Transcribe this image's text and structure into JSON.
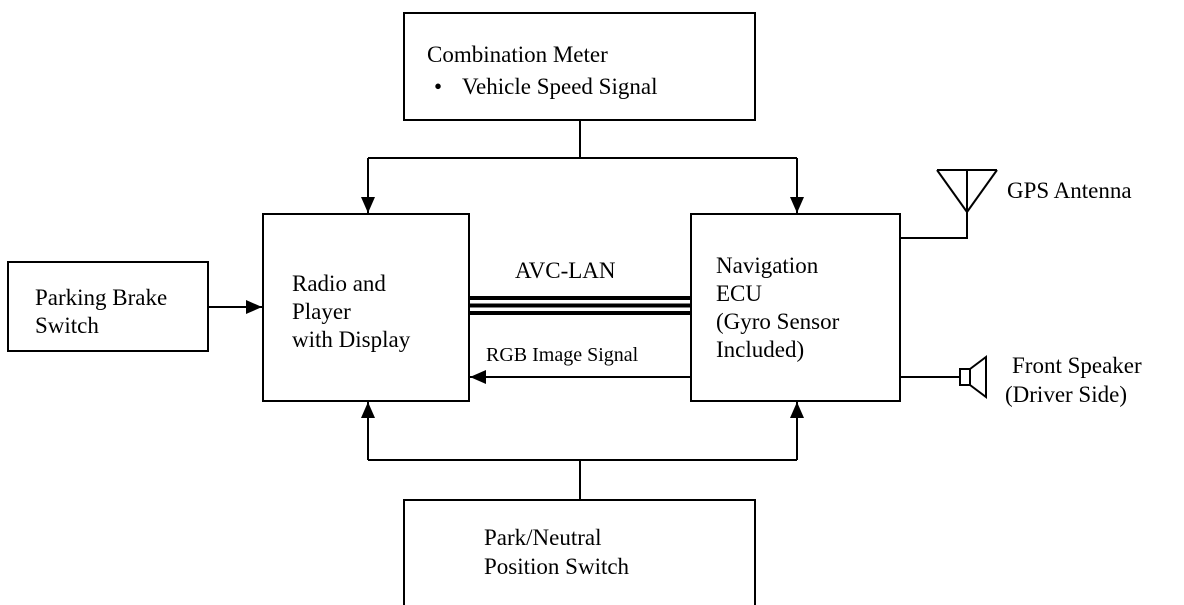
{
  "combination_meter": {
    "title": "Combination Meter",
    "bullet": "•",
    "item": "Vehicle Speed Signal"
  },
  "radio": {
    "line1": "Radio and",
    "line2": "Player",
    "line3": "with Display"
  },
  "navigation": {
    "line1": "Navigation",
    "line2": "ECU",
    "line3": "(Gyro Sensor",
    "line4": "Included)"
  },
  "parking_brake": {
    "line1": "Parking Brake",
    "line2": "Switch"
  },
  "park_neutral": {
    "line1": "Park/Neutral",
    "line2": "Position Switch"
  },
  "gps": {
    "label": "GPS Antenna"
  },
  "speaker": {
    "line1": "Front Speaker",
    "line2": "(Driver Side)"
  },
  "connections": {
    "avc_lan": "AVC-LAN",
    "rgb": "RGB Image Signal"
  }
}
